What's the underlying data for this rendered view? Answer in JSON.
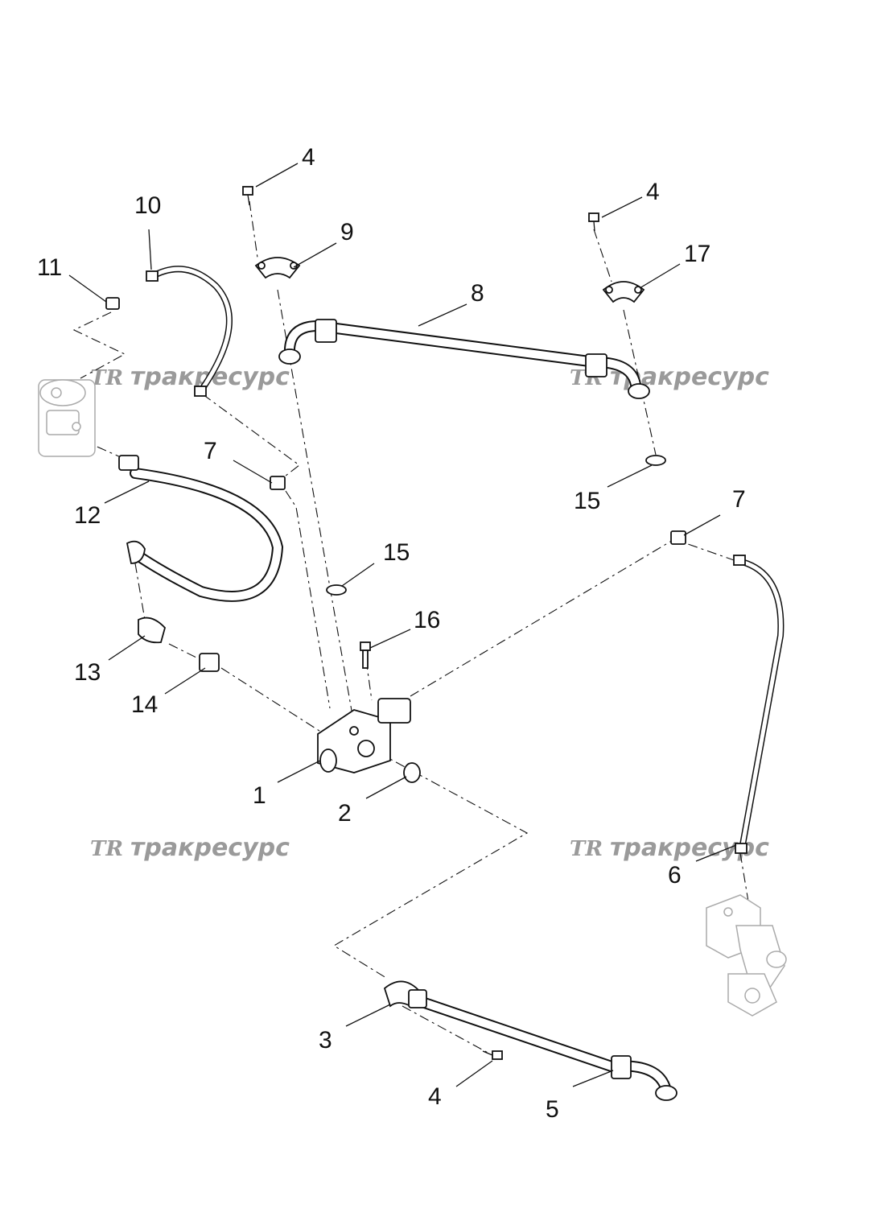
{
  "callouts": [
    {
      "id": "c4a",
      "label": "4"
    },
    {
      "id": "c4b",
      "label": "4"
    },
    {
      "id": "c4c",
      "label": "4"
    },
    {
      "id": "c10",
      "label": "10"
    },
    {
      "id": "c11",
      "label": "11"
    },
    {
      "id": "c9",
      "label": "9"
    },
    {
      "id": "c17",
      "label": "17"
    },
    {
      "id": "c8",
      "label": "8"
    },
    {
      "id": "c7a",
      "label": "7"
    },
    {
      "id": "c7b",
      "label": "7"
    },
    {
      "id": "c12",
      "label": "12"
    },
    {
      "id": "c15a",
      "label": "15"
    },
    {
      "id": "c15b",
      "label": "15"
    },
    {
      "id": "c16",
      "label": "16"
    },
    {
      "id": "c13",
      "label": "13"
    },
    {
      "id": "c14",
      "label": "14"
    },
    {
      "id": "c1",
      "label": "1"
    },
    {
      "id": "c2",
      "label": "2"
    },
    {
      "id": "c6",
      "label": "6"
    },
    {
      "id": "c3",
      "label": "3"
    },
    {
      "id": "c5",
      "label": "5"
    }
  ],
  "watermark": {
    "logo": "TR",
    "text": "тракресурс",
    "color": "#9a9a9a"
  },
  "colors": {
    "line": "#111111",
    "ghost_part": "#aaaaaa",
    "background": "#ffffff"
  }
}
